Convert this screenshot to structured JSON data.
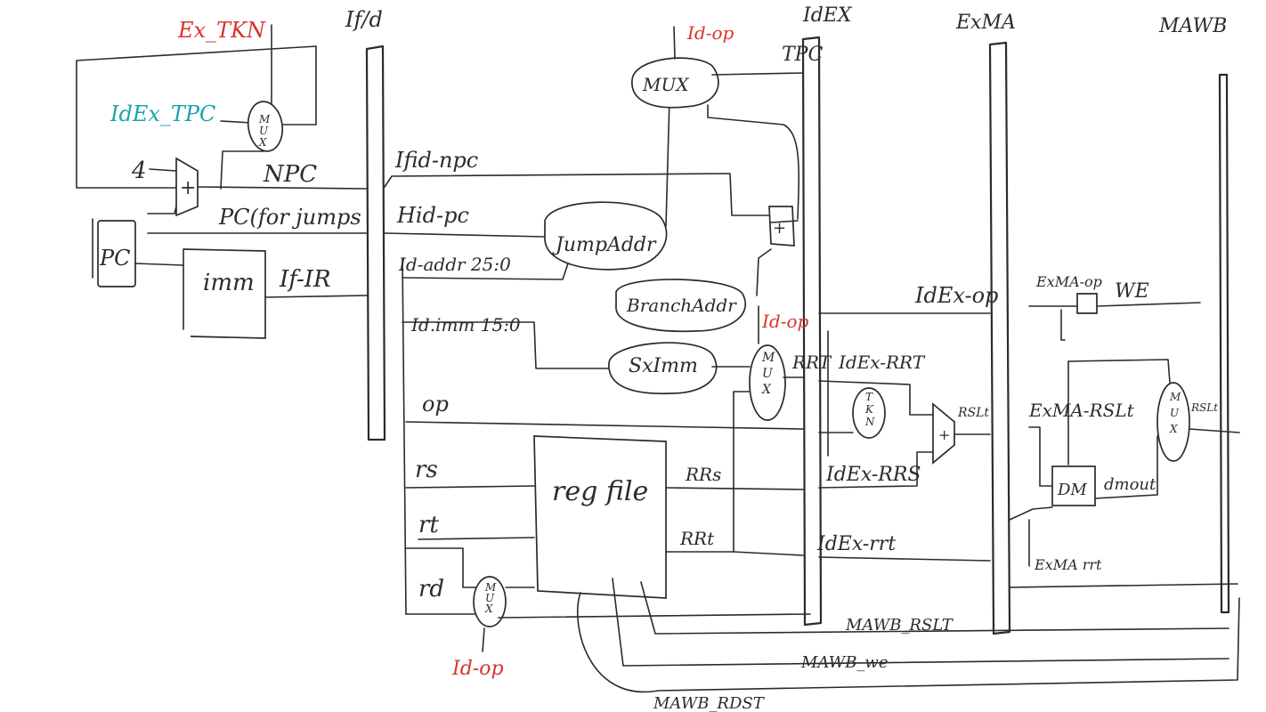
{
  "colors": {
    "ink": "#2b2b2b",
    "red": "#d9342b",
    "cyan": "#1aa3b0"
  },
  "stage_registers": {
    "ifid": "If/d",
    "idex": "IdEX",
    "exma": "ExMA",
    "mawb": "MAWB"
  },
  "fetch": {
    "ex_tkn": "Ex_TKN",
    "idex_tpc": "IdEx_TPC",
    "mux_label": "M\nU\nX",
    "four": "4",
    "adder": "+",
    "npc": "NPC",
    "pc_for_jumps": "PC(for jumps",
    "pc": "PC",
    "imm": "imm",
    "if_ir": "If-IR"
  },
  "decode": {
    "ifid_npc": "Ifid-npc",
    "ifid_pc": "Hid-pc",
    "jump_addr": "JumpAddr",
    "branch_addr": "BranchAddr",
    "id_addr": "Id-addr 25:0",
    "id_imm": "Id.imm 15:0",
    "sx_imm": "SxImm",
    "op": "op",
    "rs": "rs",
    "rt": "rt",
    "rd": "rd",
    "reg_file": "reg file",
    "rrs": "RRs",
    "rrt": "RRt",
    "id_op_top": "Id-op",
    "id_op_mid": "Id-op",
    "id_op_bottom": "Id-op",
    "mux_top": "MUX",
    "mux_vert": "M\nU\nX",
    "tkn": "T\nK\nN",
    "plus": "+"
  },
  "execute": {
    "tpc": "TPC",
    "rrt": "RRT",
    "idex_rrt": "IdEx-RRT",
    "idex_rrs": "IdEx-RRS",
    "idex_rt": "IdEx-rrt",
    "idex_op": "IdEx-op",
    "rslt": "RSLt",
    "plus": "+"
  },
  "memory": {
    "exma_op": "ExMA-op",
    "we": "WE",
    "exma_rslt": "ExMA-RSLt",
    "dm": "DM",
    "dmout": "dmout",
    "exma_rrt": "ExMA rrt",
    "mux_vert": "M\nU\nX",
    "rslt": "RSLt"
  },
  "writeback": {
    "mawb_rslt": "MAWB_RSLT",
    "mawb_we": "MAWB_we",
    "mawb_rdst": "MAWB_RDST"
  }
}
